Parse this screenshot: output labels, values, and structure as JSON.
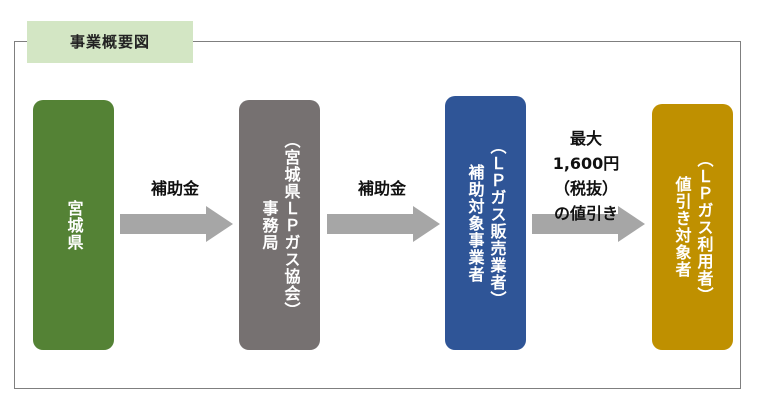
{
  "title": "事業概要図",
  "nodes": [
    {
      "id": "prefecture",
      "line1": "宮城県",
      "line2": ""
    },
    {
      "id": "lpg-association",
      "line1": "事務局",
      "line2": "（宮城県ＬＰガス協会）"
    },
    {
      "id": "dealer",
      "line1": "補助対象事業者",
      "line2": "（ＬＰガス販売業者）"
    },
    {
      "id": "user",
      "line1": "値引き対象者",
      "line2": "（ＬＰガス利用者）"
    }
  ],
  "edges": [
    {
      "from": "prefecture",
      "to": "lpg-association",
      "label": "補助金"
    },
    {
      "from": "lpg-association",
      "to": "dealer",
      "label": "補助金"
    },
    {
      "from": "dealer",
      "to": "user",
      "lines": [
        "最大",
        "1,600円",
        "（税抜）",
        "の値引き"
      ]
    }
  ],
  "colors": {
    "prefecture": "#548235",
    "association": "#767171",
    "dealer": "#2f5597",
    "user": "#bf9000",
    "arrow": "#a6a6a6",
    "title_bg": "#d3e6c4"
  }
}
